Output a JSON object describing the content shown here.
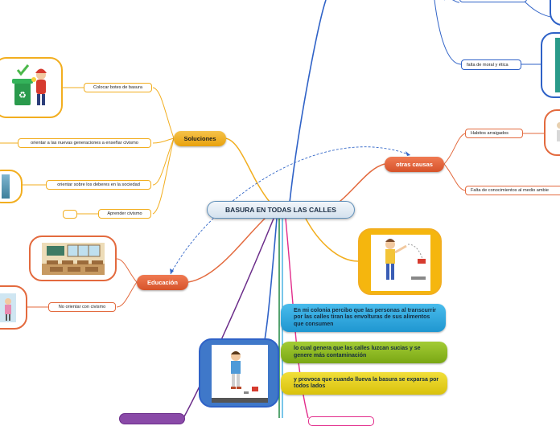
{
  "central": {
    "title": "BASURA EN TODAS LAS CALLES"
  },
  "soluciones": {
    "label": "Soluciones",
    "items": [
      "Colocar botes de basura",
      "orientar a las nuevas generaciones a enseñar civismo",
      "orientar sobre los deberes en la sociedad",
      "Aprender civismo"
    ]
  },
  "educacion": {
    "label": "Educación",
    "items": [
      "No orientar con civismo"
    ]
  },
  "otras_causas": {
    "label": "otras causas",
    "items": [
      "Habitos arraigados",
      "Falta de conocimientos al medio ambie"
    ]
  },
  "moral": {
    "label": "falta de moral y ética"
  },
  "notes": [
    "En mi colonia percibo que las personas al transcurrir por las calles tiran las envolturas de sus alimentos que consumen",
    "lo cual genera que las calles luzcan sucias y se genere más contaminación",
    "y provoca que cuando llueva la basura se exparsa por todos lados"
  ],
  "colors": {
    "orange": "#e8a20d",
    "red": "#d6532a",
    "blue_note": "#2fa7df",
    "green_note": "#8dba1f",
    "yellow_note": "#e6cf16",
    "central_border": "#5f8fb9"
  }
}
